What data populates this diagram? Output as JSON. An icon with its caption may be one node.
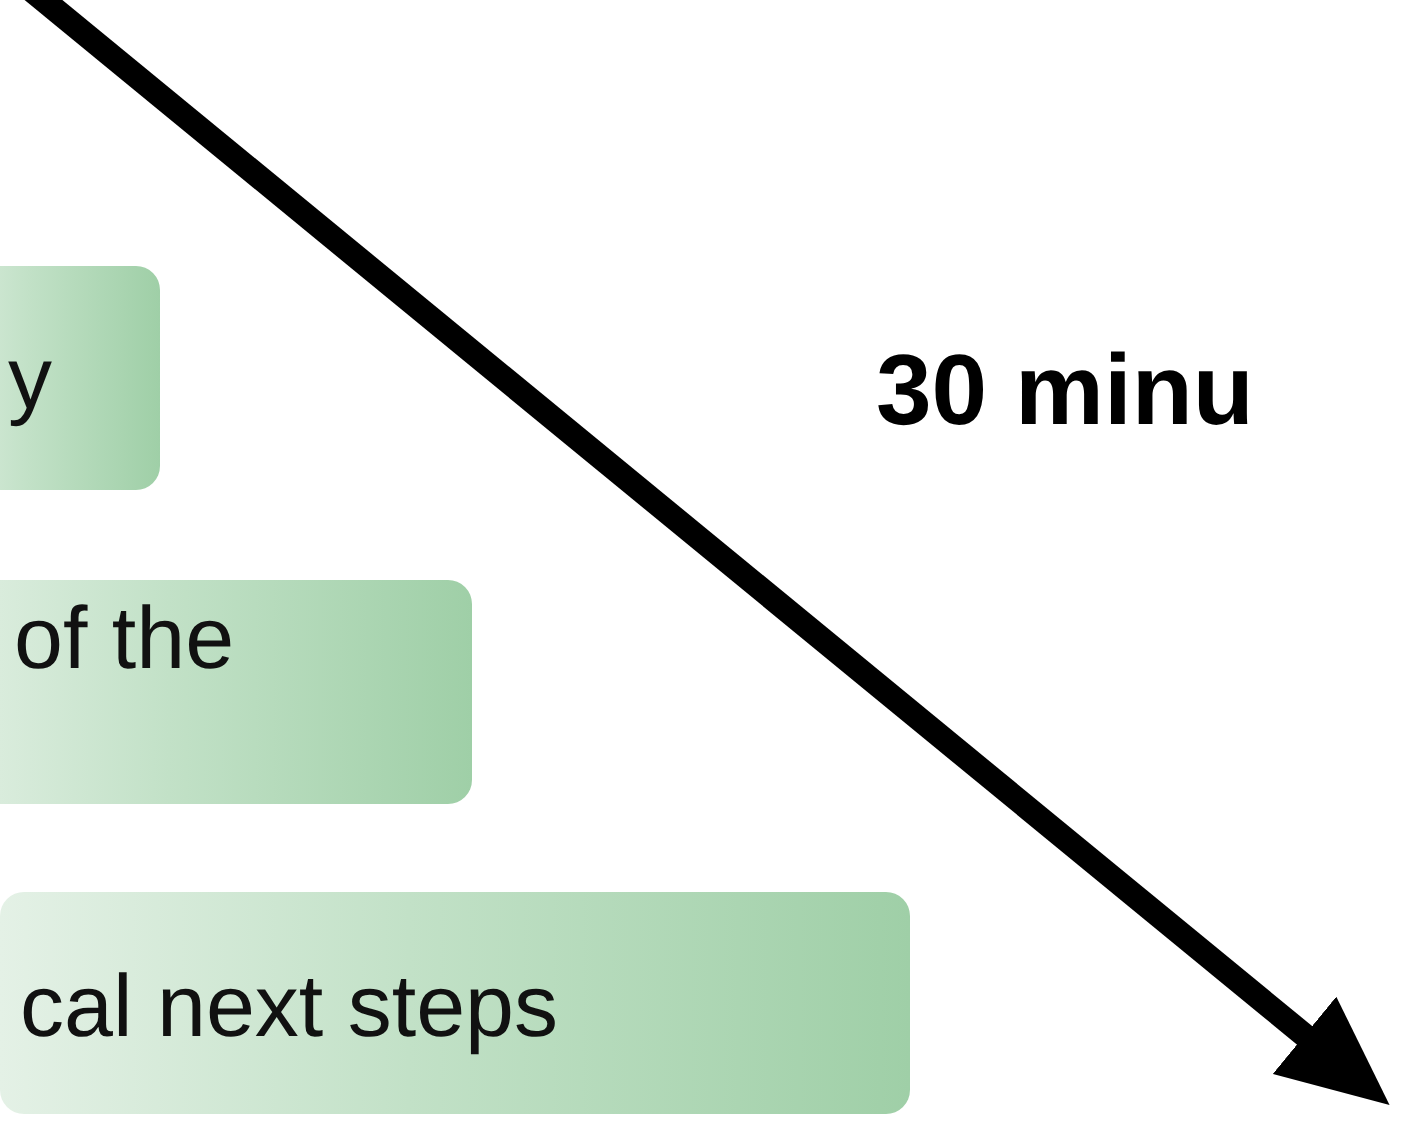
{
  "diagram": {
    "nodes": [
      {
        "text": [
          "y"
        ]
      },
      {
        "text": [
          "of the"
        ]
      },
      {
        "text": [
          "cal next steps"
        ]
      }
    ],
    "labels": [
      "30 minu"
    ]
  }
}
